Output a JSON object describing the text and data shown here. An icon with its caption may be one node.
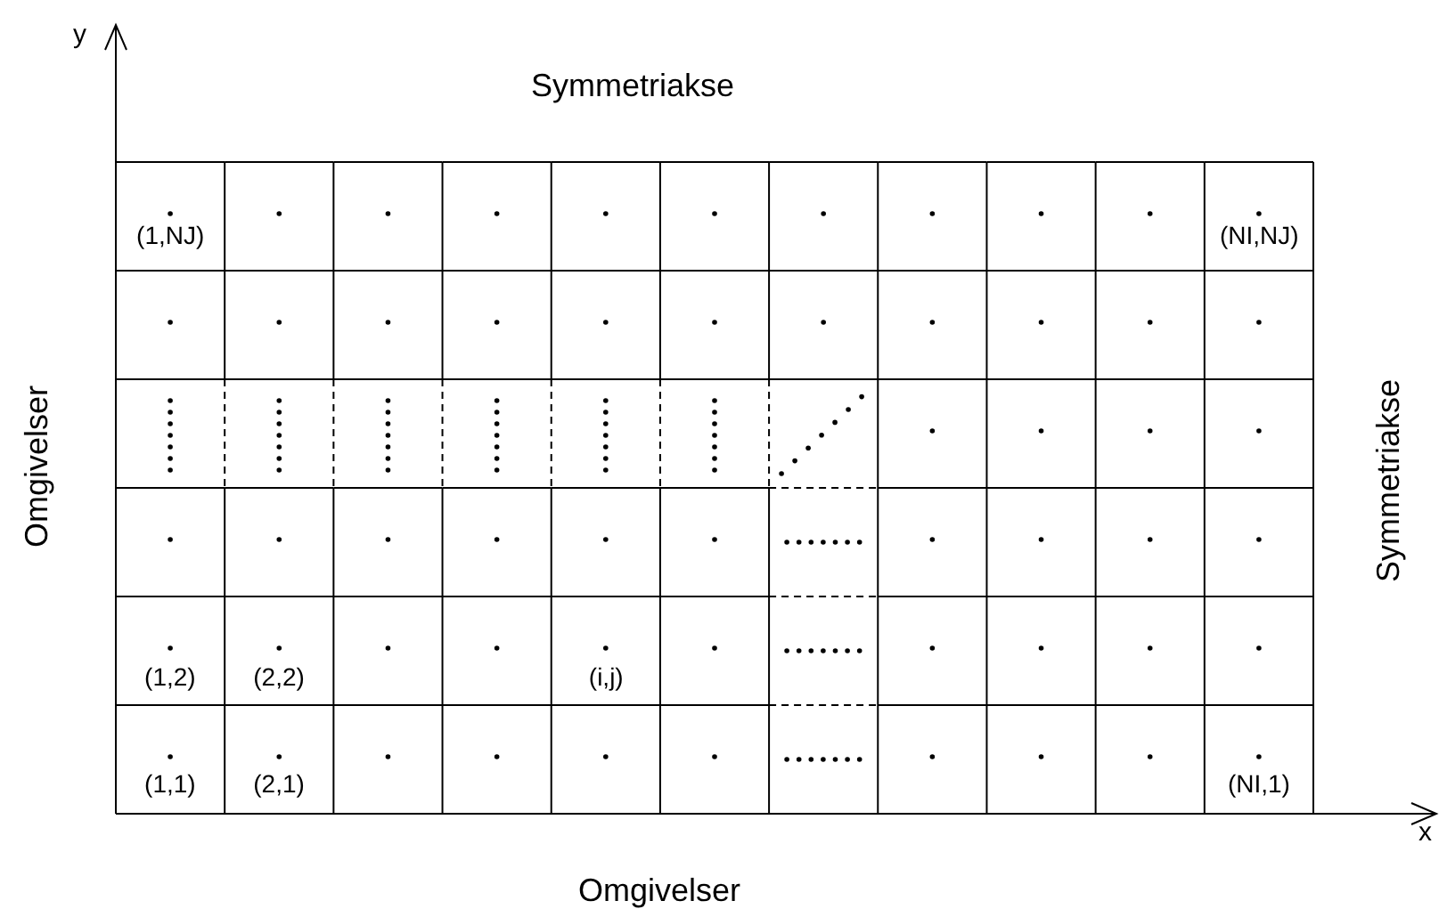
{
  "diagram": {
    "labels": [
      "y",
      "Symmetriakse",
      "(1,NJ)",
      "(NI,NJ)",
      "Omgivelser",
      "Symmetriakse",
      "(1,2)",
      "(2,2)",
      "(i,j)",
      "(1,1)",
      "(2,1)",
      "(NI,1)",
      "x",
      "Omgivelser"
    ]
  }
}
